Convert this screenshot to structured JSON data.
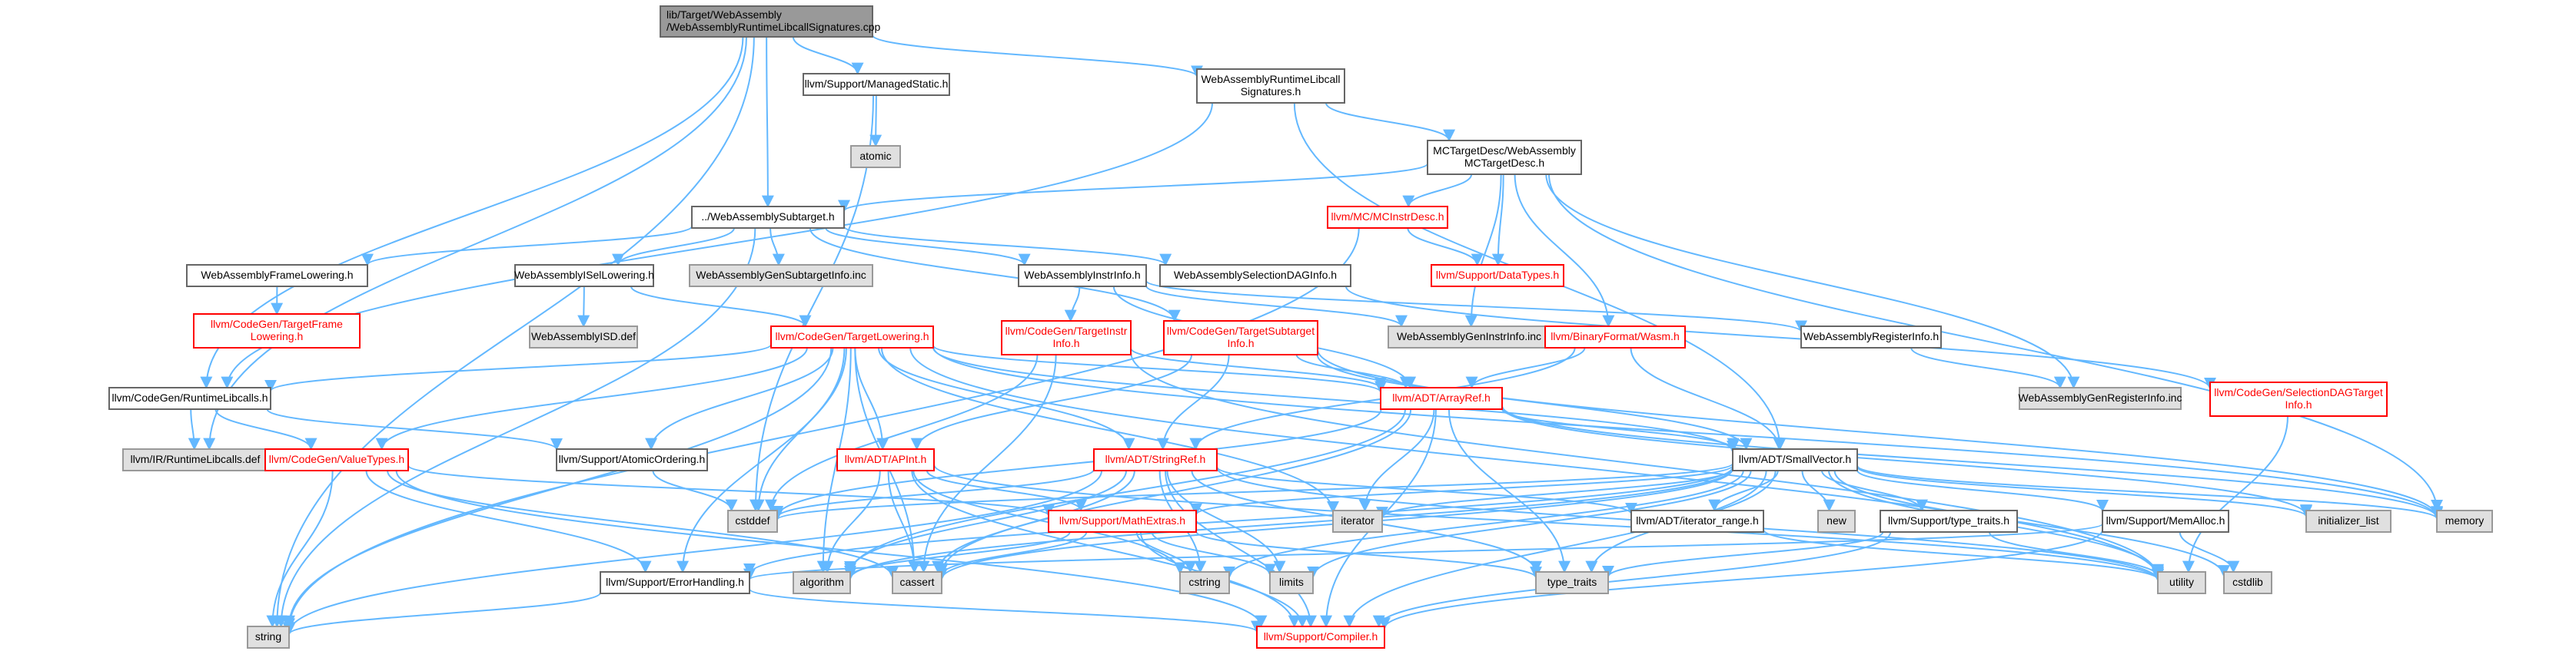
{
  "colors": {
    "root_fill": "#999999",
    "root_border": "#666666",
    "normal_border": "#666666",
    "missing_border": "#ff0000",
    "system_fill": "#e0e0e0",
    "system_border": "#999999",
    "edge": "#63b8ff",
    "normal_text": "#000000",
    "missing_text": "#ff0000"
  },
  "nodes": [
    {
      "id": "root",
      "kind": "root",
      "lines": [
        "lib/Target/WebAssembly",
        "/WebAssemblyRuntimeLibcallSignatures.cpp"
      ]
    },
    {
      "id": "managedstatic",
      "kind": "normal",
      "lines": [
        "llvm/Support/ManagedStatic.h"
      ]
    },
    {
      "id": "rtlsig",
      "kind": "normal",
      "lines": [
        "WebAssemblyRuntimeLibcall",
        "Signatures.h"
      ]
    },
    {
      "id": "atomic",
      "kind": "system",
      "lines": [
        "atomic"
      ]
    },
    {
      "id": "mctd",
      "kind": "normal",
      "lines": [
        "MCTargetDesc/WebAssembly",
        "MCTargetDesc.h"
      ]
    },
    {
      "id": "subtarget",
      "kind": "normal",
      "lines": [
        "../WebAssemblySubtarget.h"
      ]
    },
    {
      "id": "mcinstrdesc",
      "kind": "missing",
      "lines": [
        "llvm/MC/MCInstrDesc.h"
      ]
    },
    {
      "id": "datatypes",
      "kind": "missing",
      "lines": [
        "llvm/Support/DataTypes.h"
      ]
    },
    {
      "id": "framelow",
      "kind": "normal",
      "lines": [
        "WebAssemblyFrameLowering.h"
      ]
    },
    {
      "id": "isellow",
      "kind": "normal",
      "lines": [
        "WebAssemblyISelLowering.h"
      ]
    },
    {
      "id": "gensubinfo",
      "kind": "system",
      "lines": [
        "WebAssemblyGenSubtargetInfo.inc"
      ]
    },
    {
      "id": "instrinfo",
      "kind": "normal",
      "lines": [
        "WebAssemblyInstrInfo.h"
      ]
    },
    {
      "id": "seldaginfo",
      "kind": "normal",
      "lines": [
        "WebAssemblySelectionDAGInfo.h"
      ]
    },
    {
      "id": "tgtframelow",
      "kind": "missing",
      "lines": [
        "llvm/CodeGen/TargetFrame",
        "Lowering.h"
      ]
    },
    {
      "id": "isd",
      "kind": "system",
      "lines": [
        "WebAssemblyISD.def"
      ]
    },
    {
      "id": "tgtlowering",
      "kind": "missing",
      "lines": [
        "llvm/CodeGen/TargetLowering.h"
      ]
    },
    {
      "id": "tgtinstr",
      "kind": "missing",
      "lines": [
        "llvm/CodeGen/TargetInstr",
        "Info.h"
      ]
    },
    {
      "id": "tgtsubtgt",
      "kind": "missing",
      "lines": [
        "llvm/CodeGen/TargetSubtarget",
        "Info.h"
      ]
    },
    {
      "id": "geninstrinfo",
      "kind": "system",
      "lines": [
        "WebAssemblyGenInstrInfo.inc"
      ]
    },
    {
      "id": "wasm",
      "kind": "missing",
      "lines": [
        "llvm/BinaryFormat/Wasm.h"
      ]
    },
    {
      "id": "reginfo",
      "kind": "normal",
      "lines": [
        "WebAssemblyRegisterInfo.h"
      ]
    },
    {
      "id": "genreginfo",
      "kind": "system",
      "lines": [
        "WebAssemblyGenRegisterInfo.inc"
      ]
    },
    {
      "id": "seldagtgt",
      "kind": "missing",
      "lines": [
        "llvm/CodeGen/SelectionDAGTarget",
        "Info.h"
      ]
    },
    {
      "id": "rtlibcalls",
      "kind": "normal",
      "lines": [
        "llvm/CodeGen/RuntimeLibcalls.h"
      ]
    },
    {
      "id": "arrayref",
      "kind": "missing",
      "lines": [
        "llvm/ADT/ArrayRef.h"
      ]
    },
    {
      "id": "irrtlib",
      "kind": "system",
      "lines": [
        "llvm/IR/RuntimeLibcalls.def"
      ]
    },
    {
      "id": "valuetypes",
      "kind": "missing",
      "lines": [
        "llvm/CodeGen/ValueTypes.h"
      ]
    },
    {
      "id": "atomicordering",
      "kind": "normal",
      "lines": [
        "llvm/Support/AtomicOrdering.h"
      ]
    },
    {
      "id": "apint",
      "kind": "missing",
      "lines": [
        "llvm/ADT/APInt.h"
      ]
    },
    {
      "id": "stringref",
      "kind": "missing",
      "lines": [
        "llvm/ADT/StringRef.h"
      ]
    },
    {
      "id": "smallvector",
      "kind": "normal",
      "lines": [
        "llvm/ADT/SmallVector.h"
      ]
    },
    {
      "id": "cstddef",
      "kind": "system",
      "lines": [
        "cstddef"
      ]
    },
    {
      "id": "iterator",
      "kind": "system",
      "lines": [
        "iterator"
      ]
    },
    {
      "id": "mathextras",
      "kind": "missing",
      "lines": [
        "llvm/Support/MathExtras.h"
      ]
    },
    {
      "id": "iterrange",
      "kind": "normal",
      "lines": [
        "llvm/ADT/iterator_range.h"
      ]
    },
    {
      "id": "new",
      "kind": "system",
      "lines": [
        "new"
      ]
    },
    {
      "id": "typetraitsh",
      "kind": "normal",
      "lines": [
        "llvm/Support/type_traits.h"
      ]
    },
    {
      "id": "memalloc",
      "kind": "normal",
      "lines": [
        "llvm/Support/MemAlloc.h"
      ]
    },
    {
      "id": "initlist",
      "kind": "system",
      "lines": [
        "initializer_list"
      ]
    },
    {
      "id": "memory",
      "kind": "system",
      "lines": [
        "memory"
      ]
    },
    {
      "id": "errhandling",
      "kind": "normal",
      "lines": [
        "llvm/Support/ErrorHandling.h"
      ]
    },
    {
      "id": "algorithm",
      "kind": "system",
      "lines": [
        "algorithm"
      ]
    },
    {
      "id": "cassert",
      "kind": "system",
      "lines": [
        "cassert"
      ]
    },
    {
      "id": "cstring",
      "kind": "system",
      "lines": [
        "cstring"
      ]
    },
    {
      "id": "limits",
      "kind": "system",
      "lines": [
        "limits"
      ]
    },
    {
      "id": "typetraits",
      "kind": "system",
      "lines": [
        "type_traits"
      ]
    },
    {
      "id": "utility",
      "kind": "system",
      "lines": [
        "utility"
      ]
    },
    {
      "id": "cstdlib",
      "kind": "system",
      "lines": [
        "cstdlib"
      ]
    },
    {
      "id": "string",
      "kind": "system",
      "lines": [
        "string"
      ]
    },
    {
      "id": "compiler",
      "kind": "missing",
      "lines": [
        "llvm/Support/Compiler.h"
      ]
    }
  ],
  "edges": [
    [
      "root",
      "managedstatic"
    ],
    [
      "root",
      "rtlsig"
    ],
    [
      "root",
      "subtarget"
    ],
    [
      "root",
      "rtlibcalls"
    ],
    [
      "root",
      "irrtlib"
    ],
    [
      "root",
      "string"
    ],
    [
      "managedstatic",
      "atomic"
    ],
    [
      "managedstatic",
      "cstddef"
    ],
    [
      "rtlsig",
      "mctd"
    ],
    [
      "rtlsig",
      "rtlibcalls"
    ],
    [
      "rtlsig",
      "smallvector"
    ],
    [
      "mctd",
      "subtarget"
    ],
    [
      "mctd",
      "mcinstrdesc"
    ],
    [
      "mctd",
      "datatypes"
    ],
    [
      "mctd",
      "geninstrinfo"
    ],
    [
      "mctd",
      "wasm"
    ],
    [
      "mctd",
      "genreginfo"
    ],
    [
      "mctd",
      "memory"
    ],
    [
      "mcinstrdesc",
      "datatypes"
    ],
    [
      "mcinstrdesc",
      "string"
    ],
    [
      "subtarget",
      "framelow"
    ],
    [
      "subtarget",
      "isellow"
    ],
    [
      "subtarget",
      "gensubinfo"
    ],
    [
      "subtarget",
      "instrinfo"
    ],
    [
      "subtarget",
      "seldaginfo"
    ],
    [
      "subtarget",
      "tgtsubtgt"
    ],
    [
      "subtarget",
      "string"
    ],
    [
      "framelow",
      "tgtframelow"
    ],
    [
      "isellow",
      "isd"
    ],
    [
      "isellow",
      "tgtlowering"
    ],
    [
      "instrinfo",
      "tgtinstr"
    ],
    [
      "instrinfo",
      "geninstrinfo"
    ],
    [
      "instrinfo",
      "reginfo"
    ],
    [
      "instrinfo",
      "arrayref"
    ],
    [
      "seldaginfo",
      "seldagtgt"
    ],
    [
      "reginfo",
      "genreginfo"
    ],
    [
      "seldagtgt",
      "utility"
    ],
    [
      "tgtlowering",
      "rtlibcalls"
    ],
    [
      "tgtlowering",
      "valuetypes"
    ],
    [
      "tgtlowering",
      "atomicordering"
    ],
    [
      "tgtlowering",
      "apint"
    ],
    [
      "tgtlowering",
      "stringref"
    ],
    [
      "tgtlowering",
      "arrayref"
    ],
    [
      "tgtlowering",
      "smallvector"
    ],
    [
      "tgtlowering",
      "algorithm"
    ],
    [
      "tgtlowering",
      "cassert"
    ],
    [
      "tgtlowering",
      "cstddef"
    ],
    [
      "tgtlowering",
      "iterator"
    ],
    [
      "tgtlowering",
      "errhandling"
    ],
    [
      "tgtlowering",
      "string"
    ],
    [
      "tgtlowering",
      "utility"
    ],
    [
      "tgtlowering",
      "memory"
    ],
    [
      "tgtinstr",
      "arrayref"
    ],
    [
      "tgtinstr",
      "cassert"
    ],
    [
      "tgtinstr",
      "cstddef"
    ],
    [
      "tgtinstr",
      "utility"
    ],
    [
      "tgtsubtgt",
      "arrayref"
    ],
    [
      "tgtsubtgt",
      "smallvector"
    ],
    [
      "tgtsubtgt",
      "stringref"
    ],
    [
      "tgtsubtgt",
      "apint"
    ],
    [
      "tgtsubtgt",
      "memory"
    ],
    [
      "wasm",
      "arrayref"
    ],
    [
      "wasm",
      "stringref"
    ],
    [
      "wasm",
      "smallvector"
    ],
    [
      "rtlibcalls",
      "irrtlib"
    ],
    [
      "rtlibcalls",
      "valuetypes"
    ],
    [
      "rtlibcalls",
      "atomicordering"
    ],
    [
      "valuetypes",
      "errhandling"
    ],
    [
      "valuetypes",
      "mathextras"
    ],
    [
      "valuetypes",
      "cassert"
    ],
    [
      "valuetypes",
      "string"
    ],
    [
      "valuetypes",
      "compiler"
    ],
    [
      "atomicordering",
      "cstddef"
    ],
    [
      "apint",
      "mathextras"
    ],
    [
      "apint",
      "compiler"
    ],
    [
      "apint",
      "cassert"
    ],
    [
      "apint",
      "utility"
    ],
    [
      "apint",
      "algorithm"
    ],
    [
      "apint",
      "cstring"
    ],
    [
      "arrayref",
      "smallvector"
    ],
    [
      "arrayref",
      "iterator"
    ],
    [
      "arrayref",
      "typetraits"
    ],
    [
      "arrayref",
      "compiler"
    ],
    [
      "arrayref",
      "algorithm"
    ],
    [
      "arrayref",
      "cassert"
    ],
    [
      "arrayref",
      "cstddef"
    ],
    [
      "arrayref",
      "initlist"
    ],
    [
      "arrayref",
      "memory"
    ],
    [
      "stringref",
      "iterrange"
    ],
    [
      "stringref",
      "compiler"
    ],
    [
      "stringref",
      "algorithm"
    ],
    [
      "stringref",
      "cassert"
    ],
    [
      "stringref",
      "cstddef"
    ],
    [
      "stringref",
      "cstring"
    ],
    [
      "stringref",
      "limits"
    ],
    [
      "stringref",
      "string"
    ],
    [
      "stringref",
      "typetraits"
    ],
    [
      "stringref",
      "utility"
    ],
    [
      "smallvector",
      "compiler"
    ],
    [
      "smallvector",
      "memalloc"
    ],
    [
      "smallvector",
      "typetraitsh"
    ],
    [
      "smallvector",
      "iterrange"
    ],
    [
      "smallvector",
      "algorithm"
    ],
    [
      "smallvector",
      "cassert"
    ],
    [
      "smallvector",
      "cstddef"
    ],
    [
      "smallvector",
      "cstdlib"
    ],
    [
      "smallvector",
      "cstring"
    ],
    [
      "smallvector",
      "functional-none"
    ],
    [
      "smallvector",
      "initlist"
    ],
    [
      "smallvector",
      "iterator"
    ],
    [
      "smallvector",
      "limits"
    ],
    [
      "smallvector",
      "memory"
    ],
    [
      "smallvector",
      "new"
    ],
    [
      "smallvector",
      "typetraits"
    ],
    [
      "smallvector",
      "utility"
    ],
    [
      "smallvector",
      "errhandling"
    ],
    [
      "smallvector",
      "mathextras"
    ],
    [
      "mathextras",
      "compiler"
    ],
    [
      "mathextras",
      "cassert"
    ],
    [
      "mathextras",
      "cstring"
    ],
    [
      "mathextras",
      "limits"
    ],
    [
      "mathextras",
      "typetraits"
    ],
    [
      "mathextras",
      "algorithm"
    ],
    [
      "iterrange",
      "utility"
    ],
    [
      "typetraitsh",
      "typetraits"
    ],
    [
      "typetraitsh",
      "utility"
    ],
    [
      "typetraitsh",
      "compiler"
    ],
    [
      "memalloc",
      "compiler"
    ],
    [
      "memalloc",
      "errhandling"
    ],
    [
      "memalloc",
      "cstdlib"
    ],
    [
      "errhandling",
      "compiler"
    ],
    [
      "errhandling",
      "string"
    ]
  ]
}
